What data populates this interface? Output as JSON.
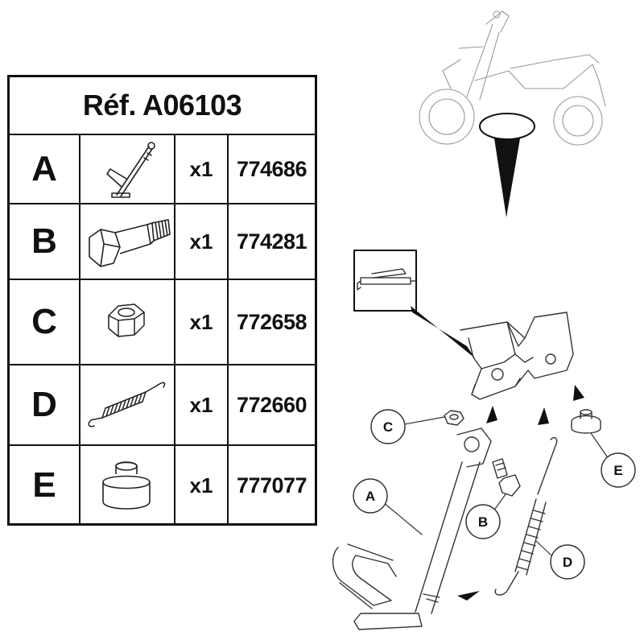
{
  "table": {
    "title": "Réf. A06103",
    "rows": [
      {
        "letter": "A",
        "icon": "side-stand-icon",
        "qty": "x1",
        "ref": "774686"
      },
      {
        "letter": "B",
        "icon": "bolt-icon",
        "qty": "x1",
        "ref": "774281"
      },
      {
        "letter": "C",
        "icon": "nut-icon",
        "qty": "x1",
        "ref": "772658"
      },
      {
        "letter": "D",
        "icon": "spring-icon",
        "qty": "x1",
        "ref": "772660"
      },
      {
        "letter": "E",
        "icon": "rubber-stop-icon",
        "qty": "x1",
        "ref": "777077"
      }
    ]
  },
  "diagram": {
    "callouts": [
      "C",
      "A",
      "B",
      "D",
      "E"
    ],
    "inset_icon": "grease-gun-icon",
    "vehicle_icon": "scooter-icon"
  }
}
